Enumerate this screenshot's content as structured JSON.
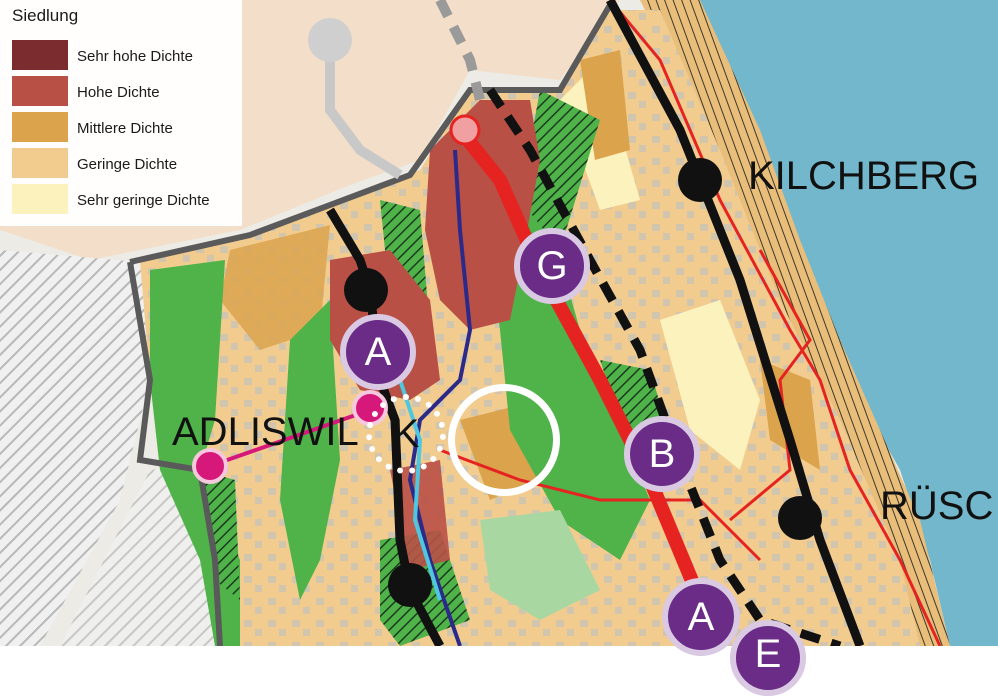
{
  "legend": {
    "title": "Siedlung",
    "items": [
      {
        "label": "Sehr hohe Dichte",
        "color": "#7b2c2f"
      },
      {
        "label": "Hohe Dichte",
        "color": "#b95046"
      },
      {
        "label": "Mittlere Dichte",
        "color": "#dca34d"
      },
      {
        "label": "Geringe Dichte",
        "color": "#f2cc8f"
      },
      {
        "label": "Sehr geringe Dichte",
        "color": "#fbf2bd"
      }
    ]
  },
  "places": {
    "kilchberg": "KILCHBERG",
    "adliswil": "ADLISWIL",
    "ruesc": "RÜSC"
  },
  "markers": {
    "g": "G",
    "a_top": "A",
    "b": "B",
    "a_bottom": "A",
    "k": "K",
    "e_partial": "E"
  },
  "colors": {
    "lake": "#72b7cc",
    "forest": "#4fb34a",
    "road_red": "#e52321",
    "rail": "#111111",
    "marker_purple": "#6a2c86",
    "stream": "#2c2a88",
    "magenta": "#d6187b"
  }
}
